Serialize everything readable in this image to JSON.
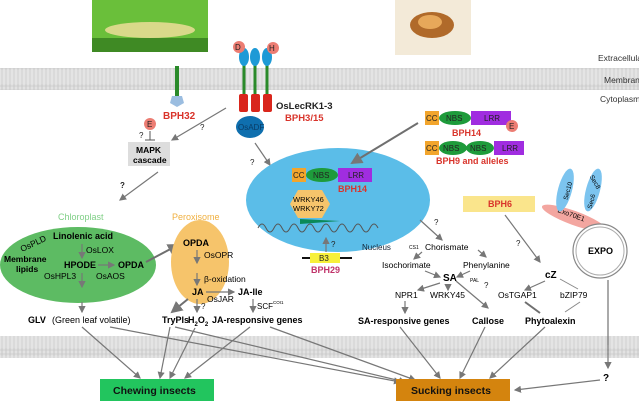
{
  "compartments": {
    "extracellular": "Extracellular",
    "membrane": "Membrane",
    "cytoplasm": "Cytoplasm",
    "chloroplast": "Chloroplast",
    "peroxisome": "Peroxisome",
    "nucleus": "Nucleus"
  },
  "receptors": {
    "bph32": "BPH32",
    "oslecrk": "OsLecRK1-3",
    "bph3_15": "BPH3/15",
    "osadf": "OsADF",
    "d": "D",
    "h": "H",
    "e": "E"
  },
  "mapk": {
    "line1": "MAPK",
    "line2": "cascade",
    "question": "?"
  },
  "chloroplast": {
    "linolenic": "Linolenic acid",
    "oslox": "OsLOX",
    "ospld": "OsPLD",
    "membrane_lipids_1": "Membrane",
    "membrane_lipids_2": "lipids",
    "hpode": "HPODE",
    "opda": "OPDA",
    "oshpl3": "OsHPL3",
    "osaos": "OsAOS"
  },
  "peroxisome": {
    "opda": "OPDA",
    "osopr": "OsOPR",
    "beta_ox": "β-oxidation",
    "ja": "JA",
    "osjar": "OsJAR",
    "ja_ile": "JA-Ile",
    "scf": "SCF",
    "coi1": "COI1",
    "q": "?"
  },
  "outputs": {
    "glv": "GLV",
    "glv_full": "(Green leaf volatile)",
    "trypis": "TryPIs",
    "h2o2": "H",
    "h2o2_2": "2",
    "h2o2_o": "O",
    "ja_genes": "JA-responsive genes",
    "sa_genes": "SA-responsive genes",
    "callose": "Callose",
    "phytoalexin": "Phytoalexin"
  },
  "nbs_lrr": {
    "cc": "CC",
    "nbs": "NBS",
    "lrr": "LRR",
    "e": "E",
    "bph14": "BPH14",
    "bph9": "BPH9 and alleles"
  },
  "nucleus": {
    "wrky46": "WRKY46",
    "wrky72": "WRKY72",
    "b3": "B3",
    "bph29": "BPH29",
    "q": "?"
  },
  "sa_pathway": {
    "cs1": "CS1",
    "chorismate": "Chorismate",
    "isochorismate": "Isochorimate",
    "phenylanine": "Phenylanine",
    "sa": "SA",
    "pal": "PAL",
    "npr1": "NPR1",
    "wrky45": "WRKY45",
    "q": "?"
  },
  "bph6": {
    "label": "BPH6",
    "exo70e1": "Exo70E1",
    "sec10": "Sec10",
    "sec8": "Sec8",
    "sec6": "Sec6",
    "expo": "EXPO",
    "cz": "cZ",
    "ostgap1": "OsTGAP1",
    "bzip79": "bZIP79",
    "q": "?"
  },
  "insects": {
    "chewing": "Chewing insects",
    "sucking": "Sucking insects",
    "q": "?"
  },
  "colors": {
    "chloroplast": "#5dbb63",
    "peroxisome": "#f6c46b",
    "nucleus": "#5bbde8",
    "chewing": "#22c55e",
    "sucking": "#d4840e",
    "red_label": "#d9342b"
  }
}
